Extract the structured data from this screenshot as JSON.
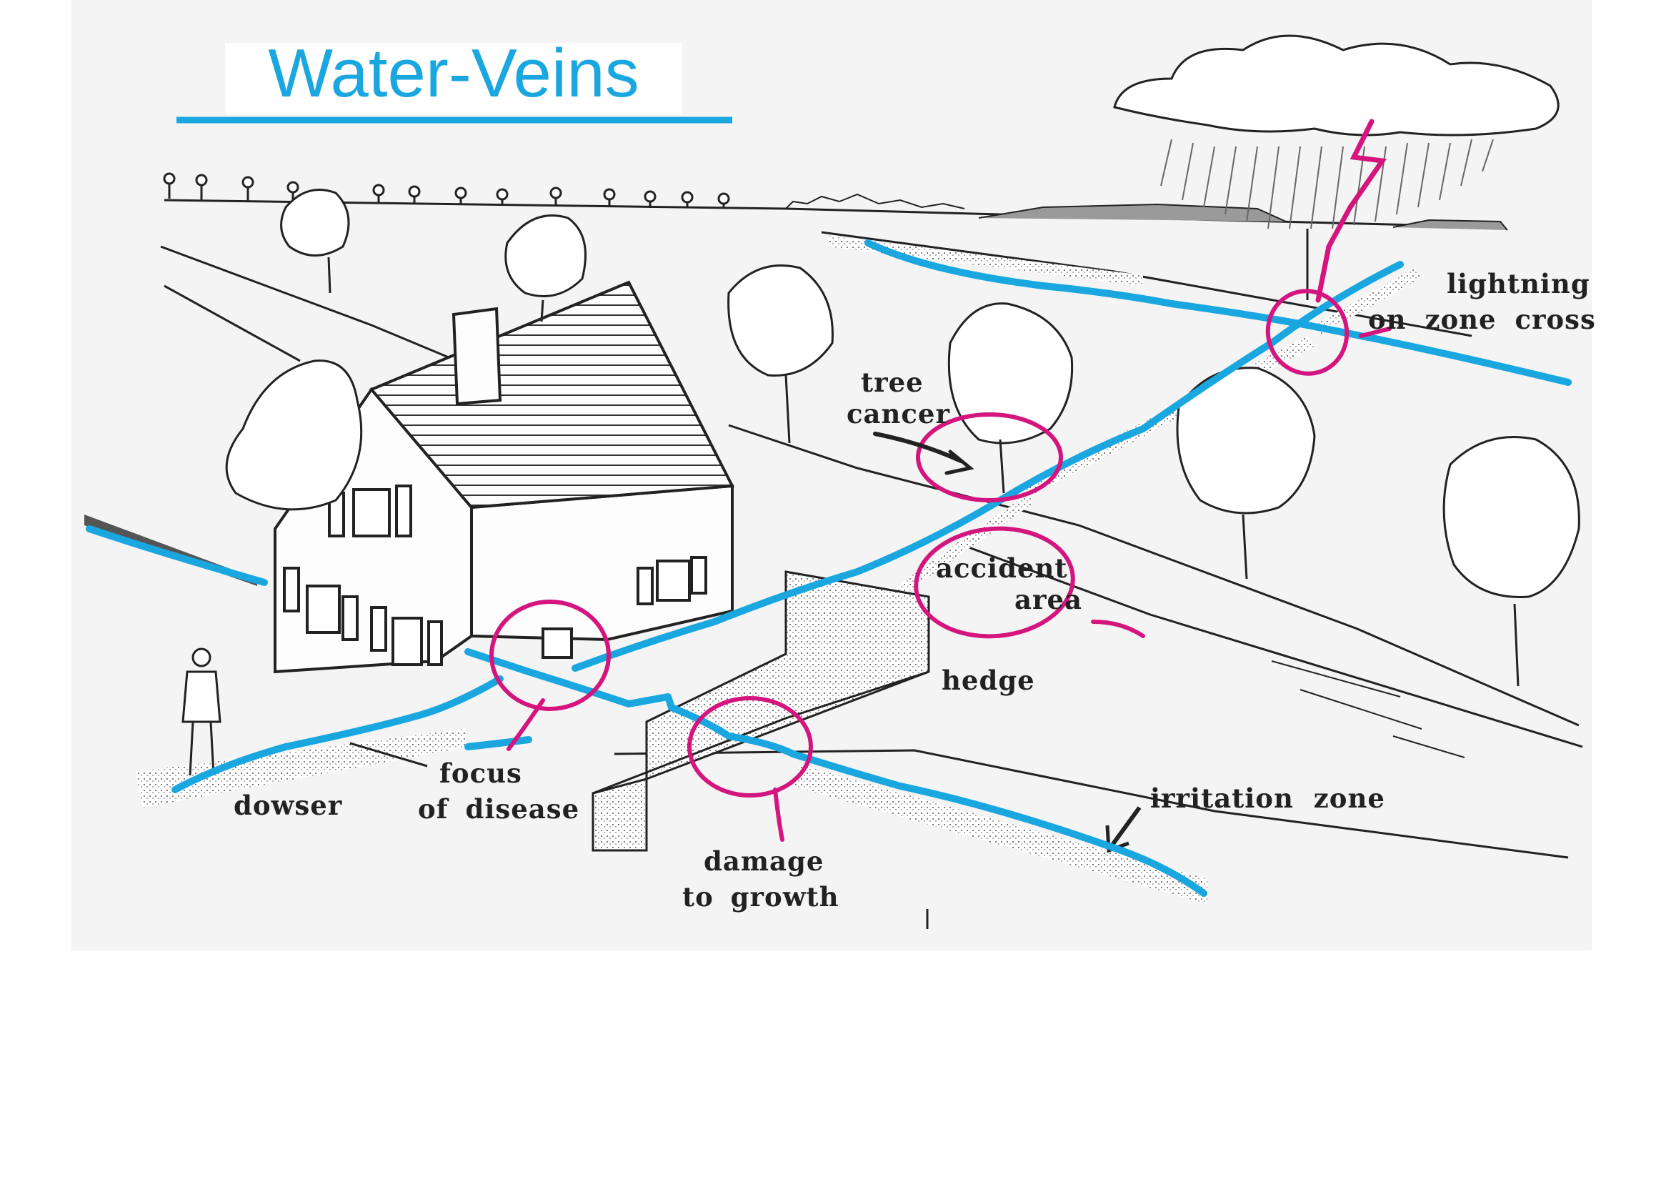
{
  "title": "Water-Veins",
  "labels": {
    "lightning_1": "lightning",
    "lightning_2": "on zone cross",
    "tree_cancer_1": "tree",
    "tree_cancer_2": "cancer",
    "accident_1": "accident",
    "accident_2": "area",
    "hedge": "hedge",
    "focus_1": "focus",
    "focus_2": "of disease",
    "dowser": "dowser",
    "damage_1": "damage",
    "damage_2": "to growth",
    "irritation": "irritation zone"
  },
  "colors": {
    "vein": "#1aa7e0",
    "marker": "#d4157e",
    "ink": "#222222",
    "paper": "#f4f4f4"
  }
}
